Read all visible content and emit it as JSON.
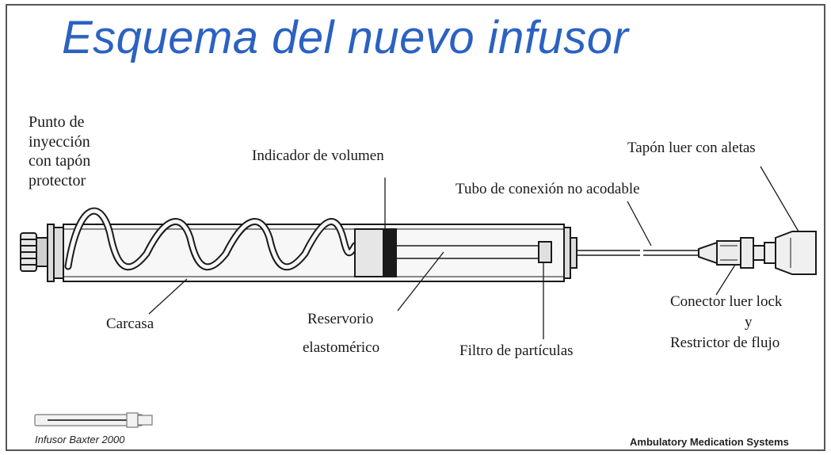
{
  "slide": {
    "title": "Esquema del nuevo infusor",
    "labels": {
      "injection_point_line1": "Punto de",
      "injection_point_line2": "inyección",
      "injection_point_line3": "con tapón",
      "injection_point_line4": "protector",
      "volume_indicator": "Indicador de volumen",
      "winged_cap": "Tapón luer con aletas",
      "kink_resistant_tube": "Tubo de conexión no acodable",
      "housing": "Carcasa",
      "reservoir_line1": "Reservorio",
      "reservoir_line2": "elastomérico",
      "particle_filter": "Filtro de partículas",
      "luer_lock_line1": "Conector luer lock",
      "luer_lock_line2": "y",
      "luer_lock_line3": "Restrictor de flujo"
    },
    "footer": {
      "left": "Infusor Baxter 2000",
      "right": "Ambulatory Medication Systems"
    }
  },
  "colors": {
    "title": "#2b62c2",
    "line": "#1a1a1a",
    "body_fill": "#f4f4f4"
  }
}
